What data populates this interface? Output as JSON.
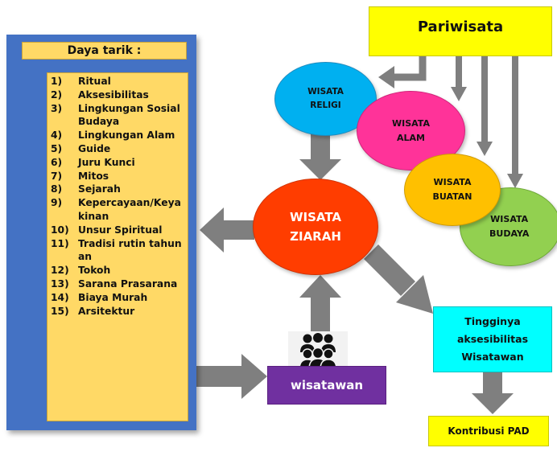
{
  "panel": {
    "title": "Daya tarik :",
    "items": [
      {
        "num": "1)",
        "text": "Ritual"
      },
      {
        "num": "2)",
        "text": "Aksesibilitas"
      },
      {
        "num": "3)",
        "text": "Lingkungan Sosial Budaya"
      },
      {
        "num": "4)",
        "text": "Lingkungan Alam"
      },
      {
        "num": "5)",
        "text": "Guide"
      },
      {
        "num": "6)",
        "text": "Juru Kunci"
      },
      {
        "num": "7)",
        "text": "Mitos"
      },
      {
        "num": "8)",
        "text": "Sejarah"
      },
      {
        "num": "9)",
        "text": "Kepercayaan/Keyakinan"
      },
      {
        "num": "10)",
        "text": "Unsur Spiritual"
      },
      {
        "num": "11)",
        "text": "Tradisi rutin tahunan"
      },
      {
        "num": "12)",
        "text": "Tokoh"
      },
      {
        "num": "13)",
        "text": "Sarana Prasarana"
      },
      {
        "num": "14)",
        "text": "Biaya Murah"
      },
      {
        "num": "15)",
        "text": "Arsitektur"
      }
    ]
  },
  "nodes": {
    "pariwisata": "Pariwisata",
    "religi": [
      "WISATA",
      "RELIGI"
    ],
    "alam": [
      "WISATA",
      "ALAM"
    ],
    "buatan": [
      "WISATA",
      "BUATAN"
    ],
    "budaya": [
      "WISATA",
      "BUDAYA"
    ],
    "ziarah": [
      "WISATA",
      "ZIARAH"
    ],
    "tinggi": [
      "Tingginya",
      "aksesibilitas",
      "Wisatawan"
    ],
    "kontribusi": "Kontribusi PAD",
    "wisatawan": "wisatawan"
  },
  "icons": {
    "people": "group-people-icon"
  },
  "colors": {
    "panel_bg": "#4472c4",
    "panel_fill": "#ffd966",
    "pariwisata": "#ffff00",
    "religi": "#00b0f0",
    "alam": "#ff3399",
    "buatan": "#ffc000",
    "budaya": "#92d050",
    "ziarah": "#ff3d00",
    "tinggi": "#00ffff",
    "kontribusi": "#ffff00",
    "wisatawan": "#7030a0",
    "arrow": "#7f7f7f"
  }
}
